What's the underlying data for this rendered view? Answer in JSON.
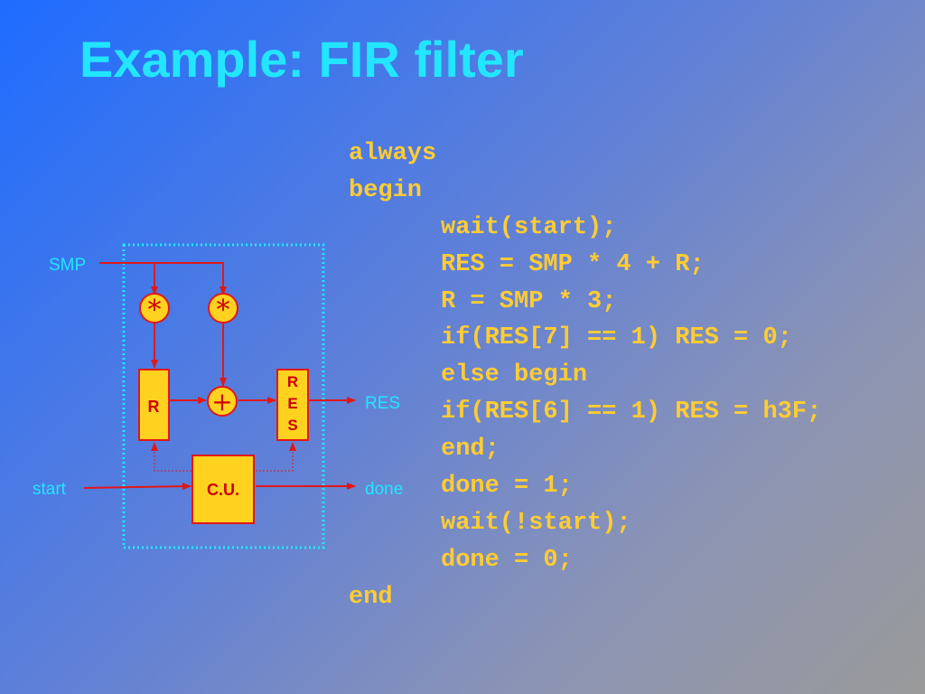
{
  "title": "Example: FIR filter",
  "diagram": {
    "inputs": {
      "smp": "SMP",
      "start": "start"
    },
    "outputs": {
      "res": "RES",
      "done": "done"
    },
    "blocks": {
      "r": "R",
      "res_letters": [
        "R",
        "E",
        "S"
      ],
      "cu": "C.U."
    },
    "operators": {
      "multiply": "*",
      "add": "+"
    },
    "colors": {
      "wire": "#e01818",
      "block_fill": "#ffd21f",
      "block_border": "#e01818",
      "label": "#22e6ff",
      "boundary": "#22e6ff"
    }
  },
  "code": [
    {
      "text": "always",
      "indent": false
    },
    {
      "text": "begin",
      "indent": false
    },
    {
      "text": "wait(start);",
      "indent": true
    },
    {
      "text": "RES = SMP * 4 + R;",
      "indent": true
    },
    {
      "text": "R = SMP * 3;",
      "indent": true
    },
    {
      "text": "if(RES[7] == 1) RES = 0;",
      "indent": true
    },
    {
      "text": "else begin",
      "indent": true
    },
    {
      "text": "if(RES[6] == 1) RES = h3F;",
      "indent": true
    },
    {
      "text": "end;",
      "indent": true
    },
    {
      "text": "done = 1;",
      "indent": true
    },
    {
      "text": "wait(!start);",
      "indent": true
    },
    {
      "text": "done = 0;",
      "indent": true
    },
    {
      "text": "end",
      "indent": false
    }
  ]
}
